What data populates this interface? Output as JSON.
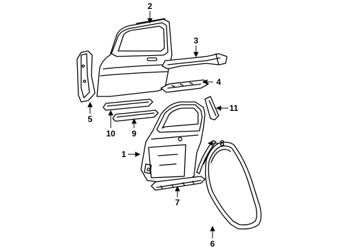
{
  "callouts": [
    {
      "id": "1",
      "label": "1",
      "part": "rear-door-inner-shell"
    },
    {
      "id": "2",
      "label": "2",
      "part": "rear-door-outer-panel"
    },
    {
      "id": "3",
      "label": "3",
      "part": "roof-rail-molding"
    },
    {
      "id": "4",
      "label": "4",
      "part": "rocker-sill-plate"
    },
    {
      "id": "5",
      "label": "5",
      "part": "b-pillar-reinforcement"
    },
    {
      "id": "6",
      "label": "6",
      "part": "door-weatherstrip-seal"
    },
    {
      "id": "7",
      "label": "7",
      "part": "lower-door-molding"
    },
    {
      "id": "8",
      "label": "8",
      "part": "window-channel-strip"
    },
    {
      "id": "9",
      "label": "9",
      "part": "belt-molding-outer"
    },
    {
      "id": "10",
      "label": "10",
      "part": "belt-molding-inner"
    },
    {
      "id": "11",
      "label": "11",
      "part": "applique-pad"
    }
  ]
}
